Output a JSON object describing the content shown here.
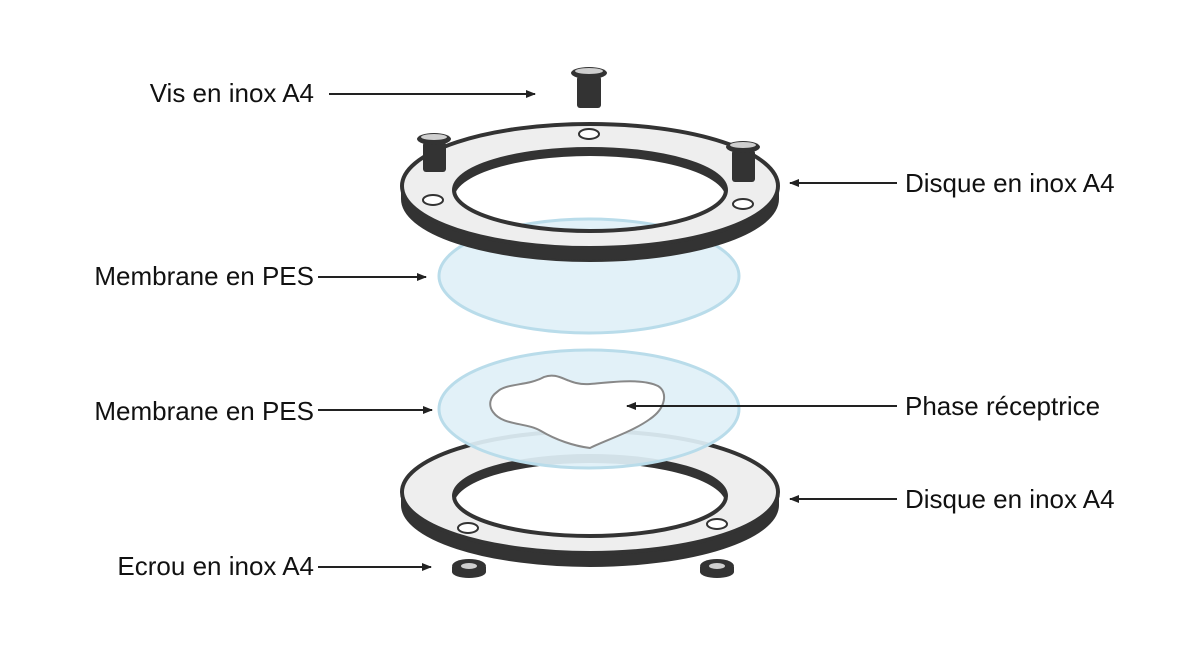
{
  "labels": {
    "screw": "Vis en inox A4",
    "top_disc": "Disque en inox A4",
    "membrane_top": "Membrane en PES",
    "membrane_bottom": "Membrane en PES",
    "receptor_phase": "Phase réceptrice",
    "bottom_disc": "Disque en inox A4",
    "nut": "Ecrou en inox A4"
  },
  "colors": {
    "steel_fill": "#eeeeee",
    "steel_edge": "#333333",
    "membrane_fill": "#dff0f7",
    "membrane_edge": "#b9dcea",
    "hardware": "#333333",
    "hardware_top": "#cfcfcf",
    "receptor_fill": "#ffffff",
    "receptor_edge": "#888888",
    "arrow": "#222222"
  }
}
